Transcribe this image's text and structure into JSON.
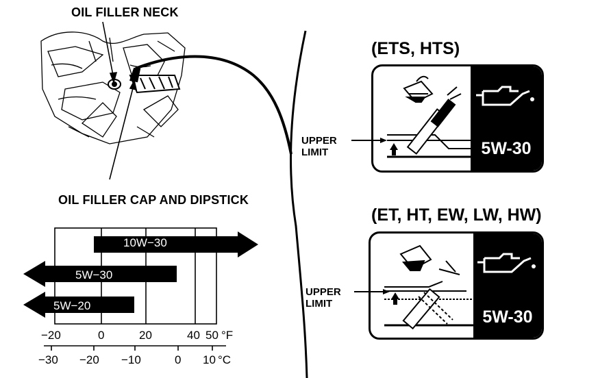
{
  "labels": {
    "oil_filler_neck": "OIL FILLER NECK",
    "oil_filler_cap": "OIL FILLER CAP AND DIPSTICK"
  },
  "panels": [
    {
      "variant": "(ETS, HTS)",
      "upper_limit_line1": "UPPER",
      "upper_limit_line2": "LIMIT",
      "grade": "5W-30",
      "icon": "oil-can-icon"
    },
    {
      "variant": "(ET, HT, EW, LW, HW)",
      "upper_limit_line1": "UPPER",
      "upper_limit_line2": "LIMIT",
      "grade": "5W-30",
      "icon": "oil-can-icon"
    }
  ],
  "chart_data": {
    "type": "range-bar",
    "series": [
      {
        "name": "10W−30",
        "from_f": 0,
        "to_f": "above 50"
      },
      {
        "name": "5W−30",
        "from_f": "below -20",
        "to_f": 35
      },
      {
        "name": "5W−20",
        "from_f": "below -20",
        "to_f": 15
      }
    ],
    "fahrenheit_ticks": [
      "−20",
      "0",
      "20",
      "40",
      "50"
    ],
    "fahrenheit_unit": "°F",
    "celsius_ticks": [
      "−30",
      "−20",
      "−10",
      "0",
      "10"
    ],
    "celsius_unit": "°C",
    "grid": true
  },
  "colors": {
    "ink": "#000000",
    "paper": "#ffffff"
  }
}
